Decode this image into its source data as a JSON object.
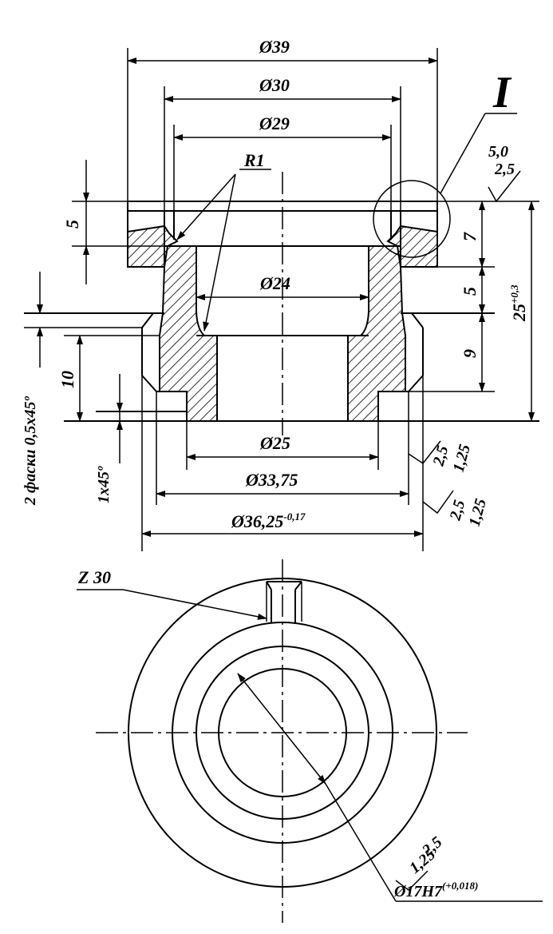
{
  "dims": {
    "d39": "Ø39",
    "d30": "Ø30",
    "d29": "Ø29",
    "d24": "Ø24",
    "d25": "Ø25",
    "d3375": "Ø33,75",
    "d3625": "Ø36,25",
    "d3625_tol": "-0,17",
    "r1": "R1",
    "h5_left": "5",
    "h10": "10",
    "h7": "7",
    "h5_right": "5",
    "h9": "9",
    "h25": "25",
    "h25_tol": "+0,3",
    "chamfers": "2 фаски 0,5x45º",
    "chamfer1": "1x45º",
    "detail_mark": "I",
    "z30": "Z 30",
    "bore": "Ø17H7",
    "bore_tol": "(+0,018)"
  },
  "roughness": {
    "top_a": "5,0",
    "top_b": "2,5",
    "mid_a": "2,5",
    "mid_b": "1,25",
    "low_a": "2,5",
    "low_b": "1,25",
    "bore_a": "2,5",
    "bore_b": "1,25"
  }
}
